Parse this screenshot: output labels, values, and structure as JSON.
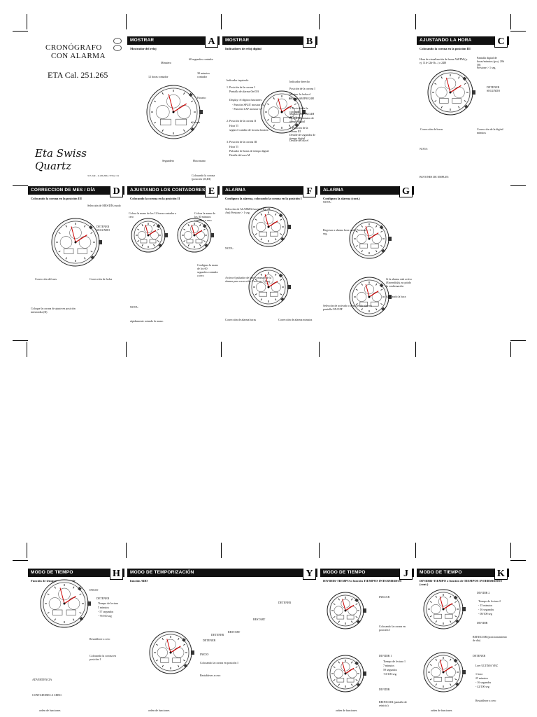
{
  "cover": {
    "title_line1": "CRONÓGRAFO",
    "title_line2": "CON ALARMA",
    "model": "ETA Cal. 251.265",
    "brand_script": "Eta Swiss Quartz",
    "code": "317.249 - 11.08.2004 / ETA / 01"
  },
  "panels": [
    {
      "id": "A",
      "title": "MOSTRAR",
      "subtitle": "Mostrador del reloj",
      "labels": [
        "Minutero",
        "60 segundos contador",
        "30 minutos contador",
        "12 horas contador",
        "Horario",
        "Segundero",
        "Hora mano",
        "Corona",
        "Colocando la corona (posición I,II,III)"
      ]
    },
    {
      "id": "B",
      "title": "MOSTRAR",
      "subtitle": "Indicadores de reloj digital",
      "labels": [
        "Indicador izquierdo",
        "1. Posición de la corona I",
        "Pantalla de alarma On/Off",
        "Display: el dígitos funciones:",
        "- Función SPLIT mostrar SL",
        "- Función LAP mostrar LP",
        "2. Posición de la corona II",
        "Hora TI",
        "según el cambio de la zona horaria",
        "3. Posición de la corona III",
        "Hora TI",
        "Pulsador de horas de tiempo digital",
        "Detalle del mes M",
        "Indicador derecho",
        "Posición de la corona I",
        "Mostrar la fecha el",
        "Mostrar AM/PM/24H",
        "2. Posición de la corona II",
        "Muestra AM/PM/24H de la hora",
        "Detalle de minutos de tiempo digital",
        "3. Posición de la corona III",
        "Detalle de segundos de tiempo digital",
        "Detalle del día el"
      ]
    },
    {
      "id": "C",
      "title": "AJUSTANDO LA HORA",
      "subtitle": "Colocando la corona en la posición III",
      "labels": [
        "Hora de visualización de horas AM/PM (p. ej. 11h-12h-Ih...) o 24H",
        "Pantalla digital de horas/minutos (p.ej. 20h 58)",
        "Presione > 1 seg.",
        "DETENER SEGUNDO",
        "Corrección de horas",
        "Corrección de la digital minutos",
        "NOTA:",
        "BOTONES DE EMPUJE:"
      ]
    },
    {
      "id": "D",
      "title": "CORRECCION DE MES / DÍA",
      "subtitle": "Colocando la corona en la posición III",
      "labels": [
        "Selección de MES/DÍA modo",
        "DETENER SEGUNDO",
        "Corrección del mes",
        "Corrección de fecha",
        "Coloque la corona de ajuste en posición intermedia (II)"
      ]
    },
    {
      "id": "E",
      "title": "AJUSTANDO LOS CONTADORES A CERO",
      "subtitle": "Colocando la corona en la posición II",
      "labels": [
        "Coloca la mano de los 12 horas contador a cero",
        "Coloca la mano de los 30 minutos contador a cero",
        "Configura la mano de los 60 segundos contador a cero",
        "NOTA:",
        "rápidamente rotando la mano."
      ]
    },
    {
      "id": "F",
      "title": "ALARMA",
      "subtitle": "Configura la alarma, colocando la corona en la posición I",
      "labels": [
        "Selección de ALARMA función (Ex. AL Am) Presione > 1 seg.",
        "NOTA:",
        "Activa el pulsador de hora y minuto de la alarma para corrección. Presione > 1seg.",
        "Corrección de alarma horas",
        "Corrección de alarma minutos"
      ]
    },
    {
      "id": "G",
      "title": "ALARMA",
      "subtitle": "Configura la alarma (cont.)",
      "labels": [
        "NOTA:",
        "Regresar a alarma hora modo Presione > 1 seg.",
        "Selección de activado o desactivado alarma pantalla ON/OFF",
        "Si la alarma está activo (Encendida), no pitido la confirmación",
        "Ajustando la hora"
      ]
    },
    {
      "id": "H",
      "title": "MODO DE TIEMPO",
      "subtitle": "Función de temporización simple",
      "labels": [
        "INICIO",
        "DETENER",
        "Tiempo de lectura",
        "5 minutos",
        "- 57 segundos",
        "- 79/100 seg",
        "Restablecer a cero",
        "Colocando la corona en posición I",
        "ADVERTENCIA",
        "CONTADORES A CERO.",
        "orden de funciones"
      ]
    },
    {
      "id": "Y",
      "title": "MODO DE TEMPORIZACIÓN",
      "subtitle": "función ADD",
      "labels": [
        "INICIO",
        "DETENER",
        "RESTART",
        "DETENER",
        "RESTART",
        "DETENER",
        "Restablecer a cero",
        "Colocando la corona en posición I",
        "orden de funciones"
      ]
    },
    {
      "id": "J",
      "title": "MODO DE TIEMPO",
      "subtitle": "DIVIDIR-TIEMPO o función TIEMPOS INTERMEDIOS",
      "labels": [
        "INICIAR",
        "Colocando la corona en posición I",
        "DIVIDIR 1",
        "Tiempo de lectura 1",
        "7 minutos",
        "59 segundos",
        "-53/100 seg.",
        "DIVIDIR",
        "REINICIAR (pantalla de reinicio)",
        "orden de funciones"
      ]
    },
    {
      "id": "K",
      "title": "MODO DE TIEMPO",
      "subtitle": "DIVIDIR-TIEMPO o función de TIEMPOS INTERMEDIOS (cont.)",
      "labels": [
        "DIVIDIR 2",
        "Tiempo de lectura 2",
        "- 15 minutos",
        "- 16 segundos",
        "- 08/100 seg",
        "DIVIDIR",
        "REINICIAR (posicionamiento de día)",
        "DETENER",
        "Leer ULTIMA VEZ",
        "1 hora",
        "25 minutos",
        "- 16 segundos",
        "- 42/100 seg",
        "Restablecer a cero",
        "orden de funciones"
      ]
    }
  ]
}
